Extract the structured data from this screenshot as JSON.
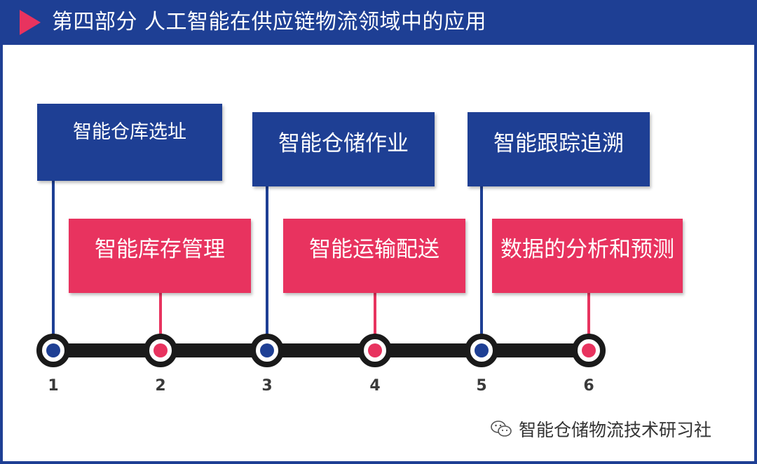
{
  "header": {
    "title": "第四部分 人工智能在供应链物流领域中的应用"
  },
  "colors": {
    "primary_blue": "#1e3f94",
    "accent_pink": "#e8335f",
    "timeline_black": "#1a1a1a"
  },
  "boxes": [
    {
      "label": "智能仓库选址"
    },
    {
      "label": "智能库存管理"
    },
    {
      "label": "智能仓储作业"
    },
    {
      "label": "智能运输配送"
    },
    {
      "label": "智能跟踪追溯"
    },
    {
      "label": "数据的分析和预测"
    }
  ],
  "timeline": {
    "steps": [
      "1",
      "2",
      "3",
      "4",
      "5",
      "6"
    ]
  },
  "watermark": {
    "text": "智能仓储物流技术研习社",
    "icon": "wechat-icon"
  }
}
